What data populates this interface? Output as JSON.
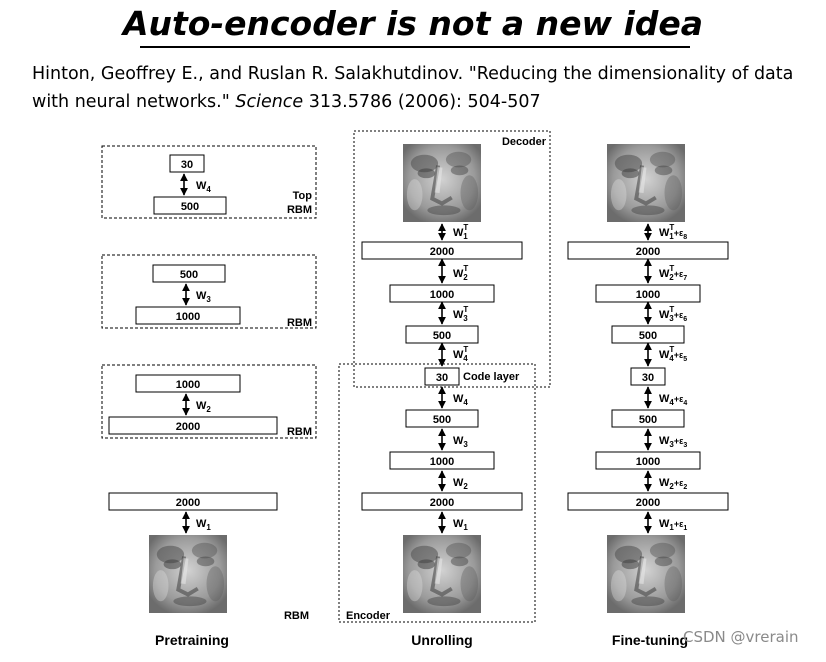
{
  "slide": {
    "title": "Auto-encoder is not a new idea",
    "citation": {
      "authors": "Hinton, Geoffrey E., and Ruslan R. Salakhutdinov.",
      "paper_title": "\"Reducing the dimensionality of data with neural networks.\"",
      "journal": "Science",
      "details": "313.5786 (2006): 504-507"
    }
  },
  "figure": {
    "pretraining": {
      "caption": "Pretraining",
      "top_rbm": {
        "label_top": "Top",
        "label_rbm": "RBM",
        "upper": "30",
        "lower": "500",
        "weight": "W",
        "weight_sub": "4"
      },
      "rbm3": {
        "label": "RBM",
        "upper": "500",
        "lower": "1000",
        "weight": "W",
        "weight_sub": "3"
      },
      "rbm2": {
        "label": "RBM",
        "upper": "1000",
        "lower": "2000",
        "weight": "W",
        "weight_sub": "2"
      },
      "rbm1": {
        "label": "RBM",
        "upper": "2000",
        "weight": "W",
        "weight_sub": "1"
      }
    },
    "unrolling": {
      "caption": "Unrolling",
      "decoder_label": "Decoder",
      "encoder_label": "Encoder",
      "code_layer_label": "Code layer",
      "layers": [
        "2000",
        "1000",
        "500",
        "30",
        "500",
        "1000",
        "2000"
      ],
      "decoder_weights": [
        {
          "w": "W",
          "sub": "1",
          "sup": "T"
        },
        {
          "w": "W",
          "sub": "2",
          "sup": "T"
        },
        {
          "w": "W",
          "sub": "3",
          "sup": "T"
        },
        {
          "w": "W",
          "sub": "4",
          "sup": "T"
        }
      ],
      "encoder_weights": [
        {
          "w": "W",
          "sub": "4"
        },
        {
          "w": "W",
          "sub": "3"
        },
        {
          "w": "W",
          "sub": "2"
        },
        {
          "w": "W",
          "sub": "1"
        }
      ]
    },
    "finetuning": {
      "caption": "Fine-tuning",
      "layers": [
        "2000",
        "1000",
        "500",
        "30",
        "500",
        "1000",
        "2000"
      ],
      "decoder_weights": [
        {
          "w": "W",
          "sub": "1",
          "sup": "T",
          "eps": "+ε",
          "eps_sub": "8"
        },
        {
          "w": "W",
          "sub": "2",
          "sup": "T",
          "eps": "+ε",
          "eps_sub": "7"
        },
        {
          "w": "W",
          "sub": "3",
          "sup": "T",
          "eps": "+ε",
          "eps_sub": "6"
        },
        {
          "w": "W",
          "sub": "4",
          "sup": "T",
          "eps": "+ε",
          "eps_sub": "5"
        }
      ],
      "encoder_weights": [
        {
          "w": "W",
          "sub": "4",
          "eps": "+ε",
          "eps_sub": "4"
        },
        {
          "w": "W",
          "sub": "3",
          "eps": "+ε",
          "eps_sub": "3"
        },
        {
          "w": "W",
          "sub": "2",
          "eps": "+ε",
          "eps_sub": "2"
        },
        {
          "w": "W",
          "sub": "1",
          "eps": "+ε",
          "eps_sub": "1"
        }
      ]
    }
  },
  "watermark": "CSDN @vrerain"
}
